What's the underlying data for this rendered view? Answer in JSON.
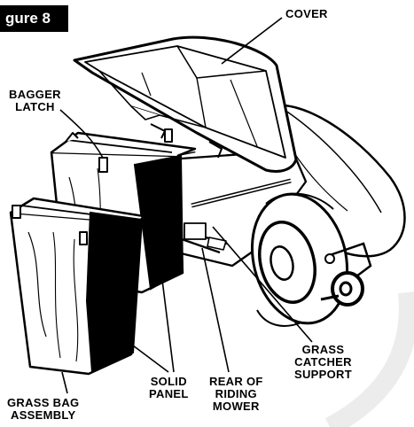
{
  "figure": {
    "tag": "gure 8"
  },
  "labels": {
    "cover": "COVER",
    "bagger_latch": [
      "BAGGER",
      "LATCH"
    ],
    "grass_catcher_support": [
      "GRASS",
      "CATCHER",
      "SUPPORT"
    ],
    "solid_panel": [
      "SOLID",
      "PANEL"
    ],
    "rear_of_riding_mower": [
      "REAR OF",
      "RIDING",
      "MOWER"
    ],
    "grass_bag_assembly": [
      "GRASS BAG",
      "ASSEMBLY"
    ]
  },
  "colors": {
    "ink": "#000000",
    "paper": "#ffffff",
    "shade": "#e9e9e9"
  }
}
